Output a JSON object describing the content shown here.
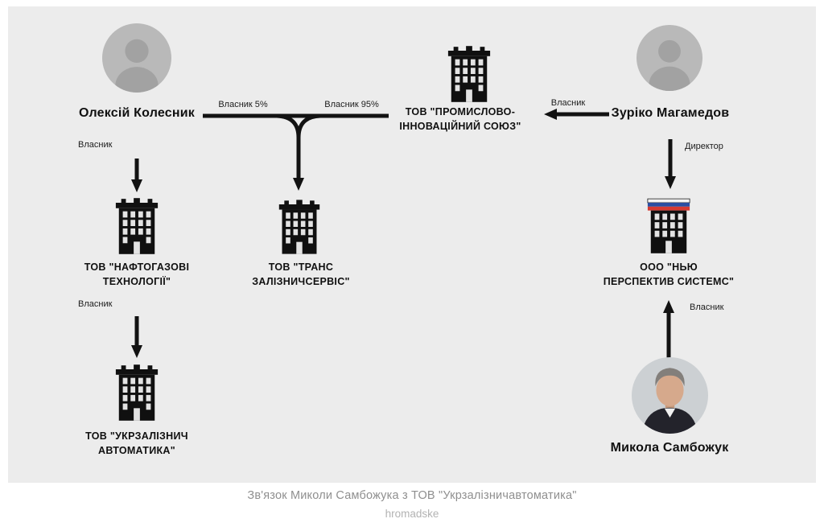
{
  "people": {
    "kolesnyk": {
      "name": "Олексій Колесник"
    },
    "magamedov": {
      "name": "Зуріко Магамедов"
    },
    "sambozhuk": {
      "name": "Микола Самбожук"
    }
  },
  "companies": {
    "promyslovo": {
      "name": "ТОВ \"ПРОМИСЛОВО-\nІННОВАЦІЙНИЙ СОЮЗ\""
    },
    "naftogazovi": {
      "name": "ТОВ \"НАФТОГАЗОВІ\nТЕХНОЛОГІЇ\""
    },
    "trans": {
      "name": "ТОВ \"ТРАНС\nЗАЛІЗНИЧСЕРВІС\""
    },
    "new_perspektiv": {
      "name": "ООО \"НЬЮ\nПЕРСПЕКТИВ СИСТЕМС\""
    },
    "ukrzaliznych": {
      "name": "ТОВ \"УКРЗАЛІЗНИЧ\nАВТОМАТИКА\""
    }
  },
  "edges": {
    "kolesnyk_owner_naftogazovi": "Власник",
    "kolesnyk_owner_5": "Власник 5%",
    "kolesnyk_owner_95": "Власник 95%",
    "magamedov_owner_promyslovo": "Власник",
    "magamedov_director": "Директор",
    "naftogazovi_owner_ukrzaliznych": "Власник",
    "sambozhuk_owner_newperspektiv": "Власник"
  },
  "caption": {
    "title": "Зв'язок Миколи Самбожука з ТОВ \"Укрзалізничавтоматика\"",
    "source": "hromadske"
  },
  "colors": {
    "arrow": "#121212",
    "background": "#ececec",
    "flag_white": "#f5f5f5",
    "flag_blue": "#2b4ea2",
    "flag_red": "#d63a32"
  }
}
